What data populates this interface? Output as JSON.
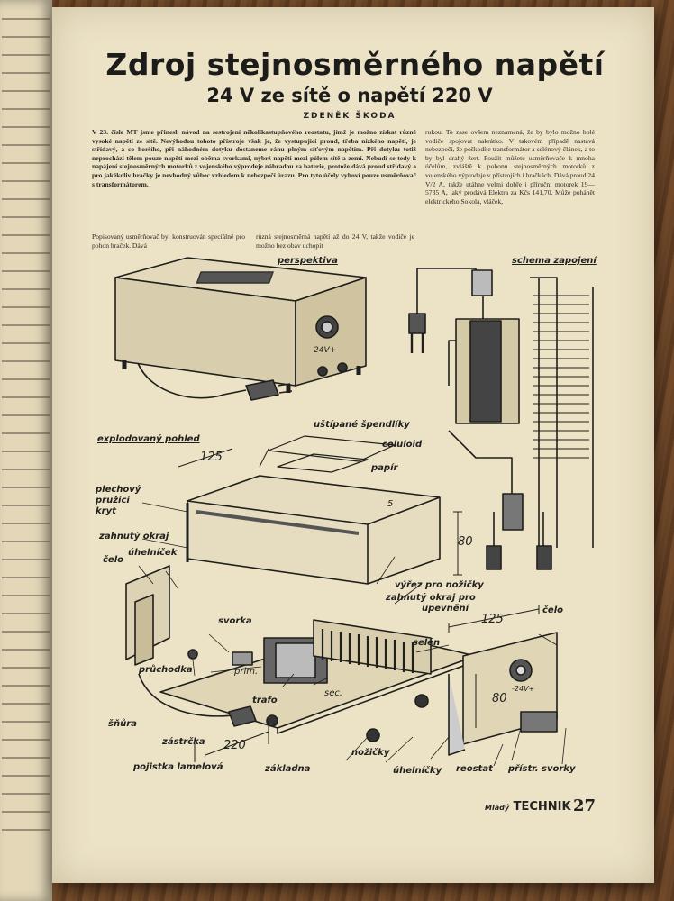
{
  "article": {
    "title": "Zdroj stejnosměrného napětí",
    "subtitle": "24 V ze sítě o napětí 220 V",
    "author": "ZDENĚK ŠKODA",
    "intro": "V 23. čísle MT jsme přinesli návod na sestrojení několikastupňového reostatu, jímž je možno získat různé vysoké napětí ze sítě. Nevýhodou tohoto přístroje však je, že vystupující proud, třeba nízkého napětí, je střídavý, a co horšího, při náhodném dotyku dostaneme ránu plným síťovým napětím. Při dotyku totiž neprochází tělem pouze napětí mezi oběma svorkami, nýbrž napětí mezi pólem sítě a zemí. Nebudí se tedy k napájení stejnosměrných motorků z vojenského výprodeje náhradou za baterie, protože dává proud střídavý a pro jakékoliv hračky je nevhodný vůbec vzhledem k nebezpečí úrazu. Pro tyto účely vyhoví pouze usměrňovač s transformátorem.",
    "col1": "Popisovaný usměrňovač byl konstruován speciálně pro pohon hraček. Dává",
    "col2": "různá stejnosměrná napětí až do 24 V, takže vodiče je možno bez obav uchopit",
    "col3": "rukou. To zase ovšem neznamená, že by bylo možno holé vodiče spojovat nakrátko. V takovém případě nastává nebezpečí, že poškodíte transformátor a selénový článek, a to by byl drahý žert. Použít můžete usměrňovače k mnoha účelům, zvláště k pohonu stejnosměrných motorků z vojenského výprodeje v přístrojích i hračkách. Dává proud 24 V/2 A, takže utáhne velmi dobře i příruční motorek 19—5735 A, jaký prodává Elektra za Kčs 141,70. Může pohánět elektrického Sokola, vláček,"
  },
  "figure": {
    "labels": {
      "perspektiva": "perspektiva",
      "schema": "schema zapojení",
      "exploded": "explodovaný pohled",
      "pins": "uštípané špendlíky",
      "celuloid": "celuloid",
      "papir": "papír",
      "cover": [
        "plechový",
        "pružící",
        "kryt"
      ],
      "bent_edge": "zahnutý okraj",
      "celo_left": "čelo",
      "bracket_left": "úhelníček",
      "dim_125_top": "125",
      "dim_5": "5",
      "dim_80": "80",
      "cutout": "výřez pro nožičky",
      "bent_edge_feet": [
        "zahnutý okraj pro",
        "upevnění"
      ],
      "svorka": "svorka",
      "prum": "prim.",
      "trafo": "trafo",
      "sec": "sec.",
      "selen": "selén",
      "pruchodka": "průchodka",
      "snura": "šňůra",
      "zastrcka": "zástrčka",
      "dim_220": "220",
      "pojistka": "pojistka lamelová",
      "zakladna": "základna",
      "nozicky": "nožičky",
      "bracket_right": "úhelníčky",
      "reostat": "reostat",
      "svorky": "přístr. svorky",
      "celo_right": "čelo",
      "dim_125_right": "125",
      "dim_80_right": "80",
      "v24": "24V+",
      "v24b": "-24V+"
    }
  },
  "footer": {
    "magazine": "TECHNIK",
    "prefix": "Mladý",
    "page": "27"
  },
  "colors": {
    "paper": "#ece2c6",
    "ink": "#1f1f1c"
  }
}
